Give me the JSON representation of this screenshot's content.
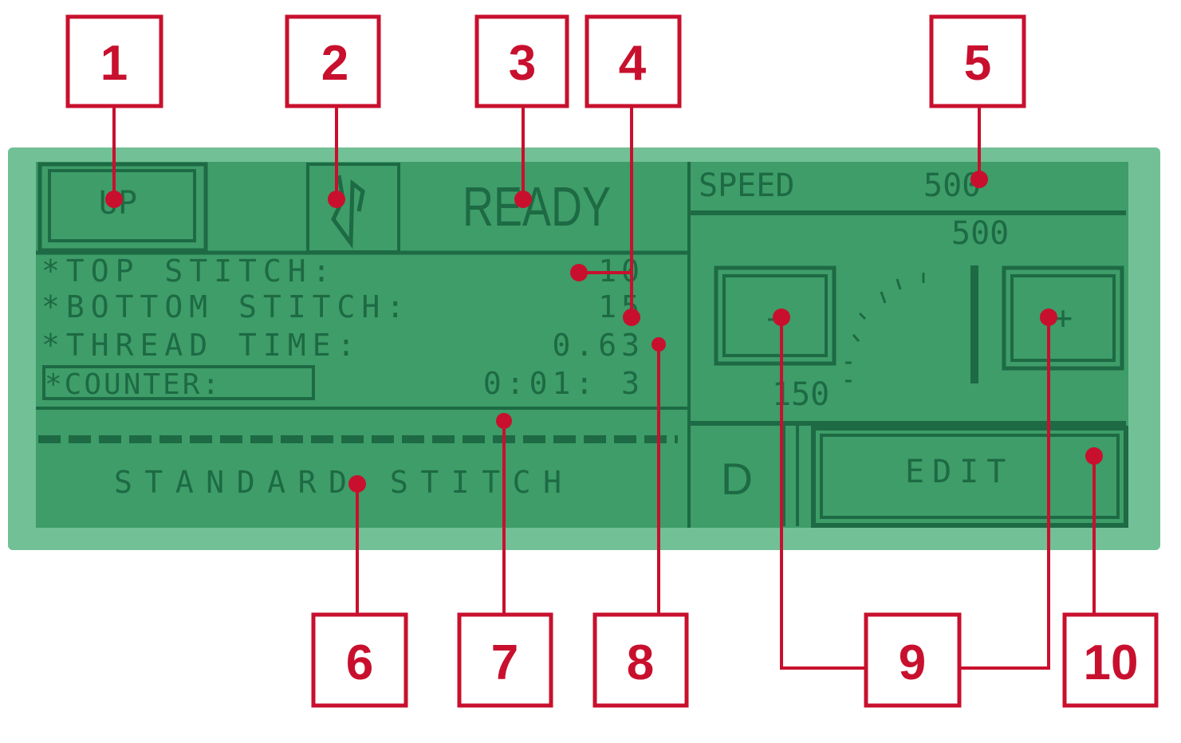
{
  "callouts": [
    "1",
    "2",
    "3",
    "4",
    "5",
    "6",
    "7",
    "8",
    "9",
    "10"
  ],
  "lcd": {
    "up_button": "UP",
    "needle_icon": "needle-position-icon",
    "status": "READY",
    "rows": [
      {
        "label": "*TOP STITCH:",
        "value": "10"
      },
      {
        "label": "*BOTTOM STITCH:",
        "value": "15"
      },
      {
        "label": "*THREAD TIME:",
        "value": "0.63"
      },
      {
        "label": "*COUNTER:",
        "value": "0:01: 3"
      }
    ],
    "pattern_name": "STANDARD STITCH",
    "speed_label": "SPEED",
    "speed_value": "500",
    "speed_max": "500",
    "speed_min": "150",
    "minus_button": "-",
    "plus_button": "+",
    "mode_indicator": "D",
    "edit_button": "EDIT"
  },
  "colors": {
    "accent": "#c8102e",
    "lcd_bg": "#3e9d68",
    "lcd_text": "#1d6a44"
  }
}
